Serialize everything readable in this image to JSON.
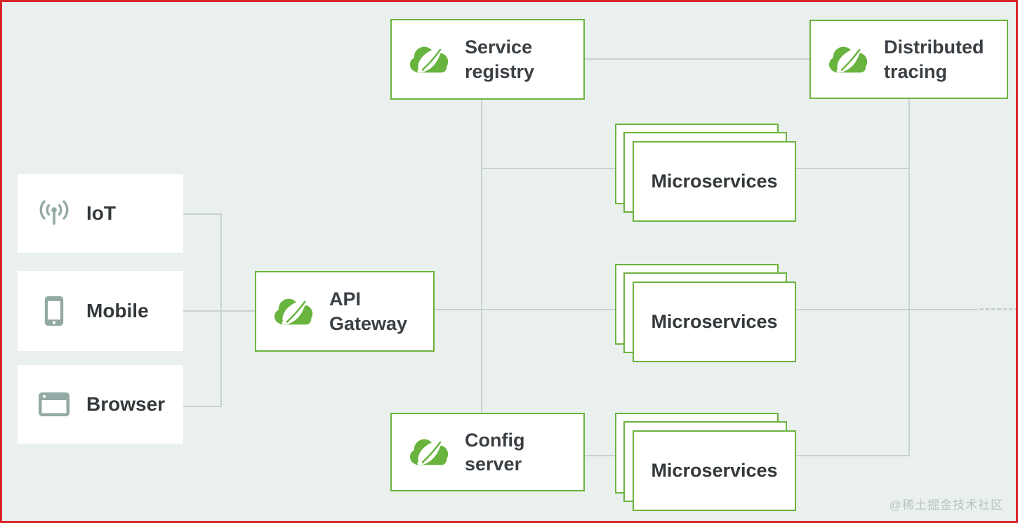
{
  "colors": {
    "background": "#e9f0ee",
    "frame_red": "#d8262b",
    "spring_green": "#6db33f",
    "connector_line": "#c9d2d2",
    "text_dark": "#3b4045",
    "client_icon_gray": "#93a9a4",
    "watermark_gray": "#b9c3c5"
  },
  "nodes": {
    "service_registry": {
      "label": "Service registry"
    },
    "distributed_tracing": {
      "label": "Distributed tracing"
    },
    "api_gateway": {
      "label": "API Gateway"
    },
    "config_server": {
      "label": "Config server"
    },
    "clients": [
      {
        "id": "iot",
        "label": "IoT",
        "icon": "iot-antenna-icon"
      },
      {
        "id": "mobile",
        "label": "Mobile",
        "icon": "mobile-phone-icon"
      },
      {
        "id": "browser",
        "label": "Browser",
        "icon": "browser-window-icon"
      }
    ],
    "microservices_stacks": [
      {
        "label": "Microservices"
      },
      {
        "label": "Microservices"
      },
      {
        "label": "Microservices"
      }
    ]
  },
  "watermark": {
    "text": "@稀土掘金技术社区"
  }
}
